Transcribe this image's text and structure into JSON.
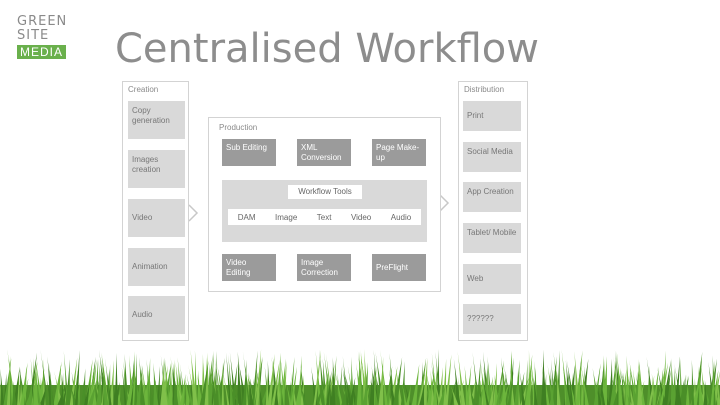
{
  "logo": {
    "line1": "GREEN",
    "line2": "SITE",
    "line3": "MEDIA"
  },
  "title": "Centralised Workflow",
  "creation": {
    "label": "Creation",
    "items": [
      "Copy generation",
      "Images creation",
      "Video",
      "Animation",
      "Audio"
    ]
  },
  "production": {
    "label": "Production",
    "top": [
      "Sub Editing",
      "XML Conversion",
      "Page Make-up"
    ],
    "bottom": [
      "Video Editing",
      "Image Correction",
      "PreFlight"
    ],
    "tools_title": "Workflow Tools",
    "tools_items": [
      "DAM",
      "Image",
      "Text",
      "Video",
      "Audio"
    ]
  },
  "distribution": {
    "label": "Distribution",
    "items": [
      "Print",
      "Social Media",
      "App Creation",
      "Tablet/ Mobile",
      "Web",
      "??????"
    ]
  },
  "colors": {
    "green": "#6ab04c",
    "box_light": "#d9d9d9",
    "box_dark": "#9b9b9b",
    "title": "#8d8d8d"
  }
}
